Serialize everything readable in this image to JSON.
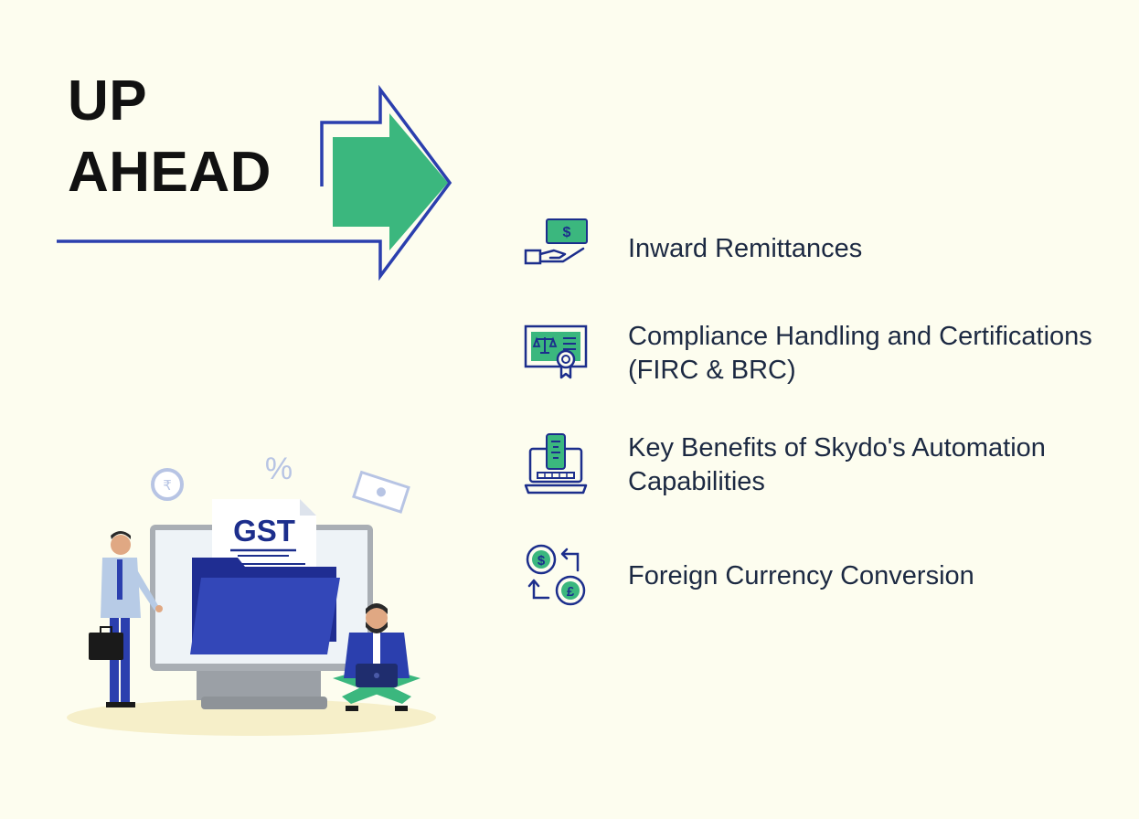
{
  "heading": {
    "line1": "UP",
    "line2": "AHEAD"
  },
  "items": [
    {
      "label": "Inward Remittances",
      "icon": "money-hand-icon"
    },
    {
      "label": "Compliance Handling and Certifications (FIRC & BRC)",
      "icon": "certificate-icon"
    },
    {
      "label": "Key Benefits of Skydo's Automation Capabilities",
      "icon": "laptop-automation-icon"
    },
    {
      "label": "Foreign Currency Conversion",
      "icon": "currency-exchange-icon"
    }
  ],
  "illustration": {
    "document_label": "GST",
    "percent_symbol": "%",
    "rupee_symbol": "₹"
  },
  "colors": {
    "background": "#fdfdef",
    "accent_green": "#3bb77e",
    "accent_blue": "#2b3fae",
    "text": "#1c2942"
  }
}
